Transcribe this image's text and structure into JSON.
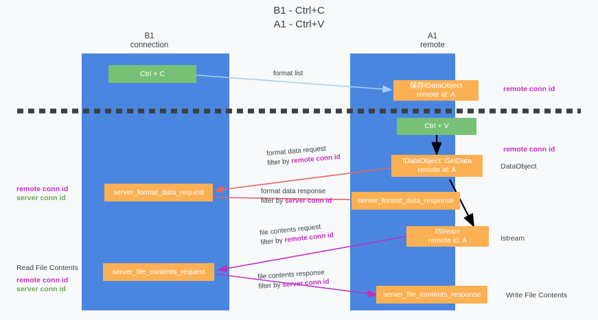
{
  "page": {
    "title": "B1 - Ctrl+C\nA1 - Ctrl+V",
    "background_color": "#f8f9fa",
    "lane_color": "#4a86e0",
    "green_color": "#77c176",
    "orange_color": "#fbb054",
    "divider_color": "#3c4043"
  },
  "columns": [
    {
      "id": "b1",
      "header": "B1\nconnection"
    },
    {
      "id": "a1",
      "header": "A1\nremote"
    }
  ],
  "boxes": {
    "ctrl_c": "Ctrl + C",
    "ctrl_v": "Ctrl + V",
    "idataobject_remote": "保存IDataObject\nremote id: A",
    "getdata": "IDataObject::GetData\nremote id: A",
    "istream": "IStream\nremote id: A",
    "server_format_data_request": "server_format_data_request",
    "server_format_data_response": "server_format_data_response",
    "server_file_contents_request": "server_file_contents_request",
    "server_file_contents_response": "server_file_contents_response"
  },
  "edges": {
    "format_list": {
      "line1": "format list",
      "line2": ""
    },
    "format_data_request": {
      "line1": "format data request",
      "line2_prefix": "filter by ",
      "line2_key": "remote conn id"
    },
    "format_data_response": {
      "line1": "format data response",
      "line2_prefix": "filter by ",
      "line2_key": "server conn id"
    },
    "file_contents_request": {
      "line1": "file contents request",
      "line2_prefix": "filter by ",
      "line2_key": "remote conn id"
    },
    "file_contents_response": {
      "line1": "file contents response",
      "line2_prefix": "filter by ",
      "line2_key": "server conn id"
    }
  },
  "notes": {
    "right_top_remote": "remote conn id",
    "right_mid_remote": "remote conn id",
    "right_dataobject": "DataObject",
    "right_istream": "Istream",
    "right_write_file": "Write File Contents",
    "left_remote": "remote conn id",
    "left_server": "server conn id",
    "left_read_file": "Read File Contents",
    "left_bottom_remote": "remote conn id",
    "left_bottom_server": "server conn id"
  },
  "arrow_colors": {
    "format_list": "#a8cdf0",
    "format_data": "#e06666",
    "file_contents": "#c030c0",
    "vertical": "#000000"
  }
}
